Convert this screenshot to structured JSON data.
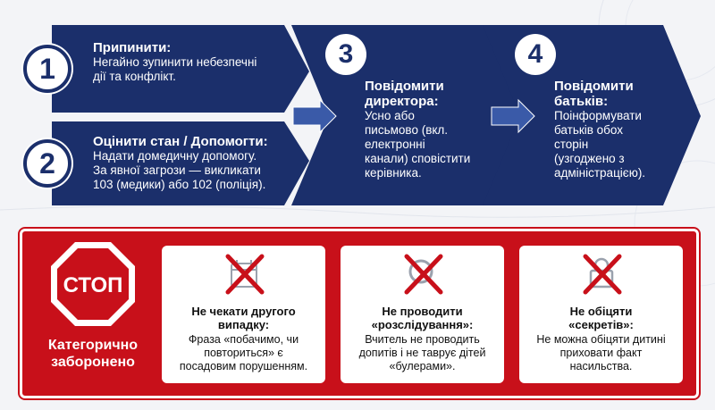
{
  "steps": [
    {
      "number": "1",
      "title": "Припинити:",
      "body": "Негайно зупинити небезпечні\nдії та конфлікт."
    },
    {
      "number": "2",
      "title": "Оцінити стан / Допомогти:",
      "body": "Надати домедичну допомогу.\nЗа явної загрози — викликати\n103 (медики) або 102 (поліція)."
    },
    {
      "number": "3",
      "title": "Повідомити\nдиректора:",
      "body": "Усно або\nписьмово (вкл.\nелектронні\nканали) сповістити\nкерівника."
    },
    {
      "number": "4",
      "title": "Повідомити\nбатьків:",
      "body": "Поінформувати\nбатьків обох\nсторін\n(узгоджено з\nадміністрацією)."
    }
  ],
  "prohibitions": {
    "stop_label": "СТОП",
    "caption": "Категорично\nзаборонено",
    "items": [
      {
        "icon": "crossed-calendar-icon",
        "title": "Не чекати другого\nвипадку:",
        "body": "Фраза «побачимо, чи\nповториться» є\nпосадовим порушенням."
      },
      {
        "icon": "crossed-magnifier-icon",
        "title": "Не проводити\n«розслідування»:",
        "body": "Вчитель не проводить\nдопитів і не таврує дітей\n«булерами»."
      },
      {
        "icon": "crossed-lock-icon",
        "title": "Не обіцяти\n«секретів»:",
        "body": "Не можна обіцяти дитині\nприховати факт\nнасильства."
      }
    ]
  },
  "colors": {
    "navy": "#1b2f6b",
    "red": "#c8101a",
    "arrow": "#3a5aa8"
  }
}
